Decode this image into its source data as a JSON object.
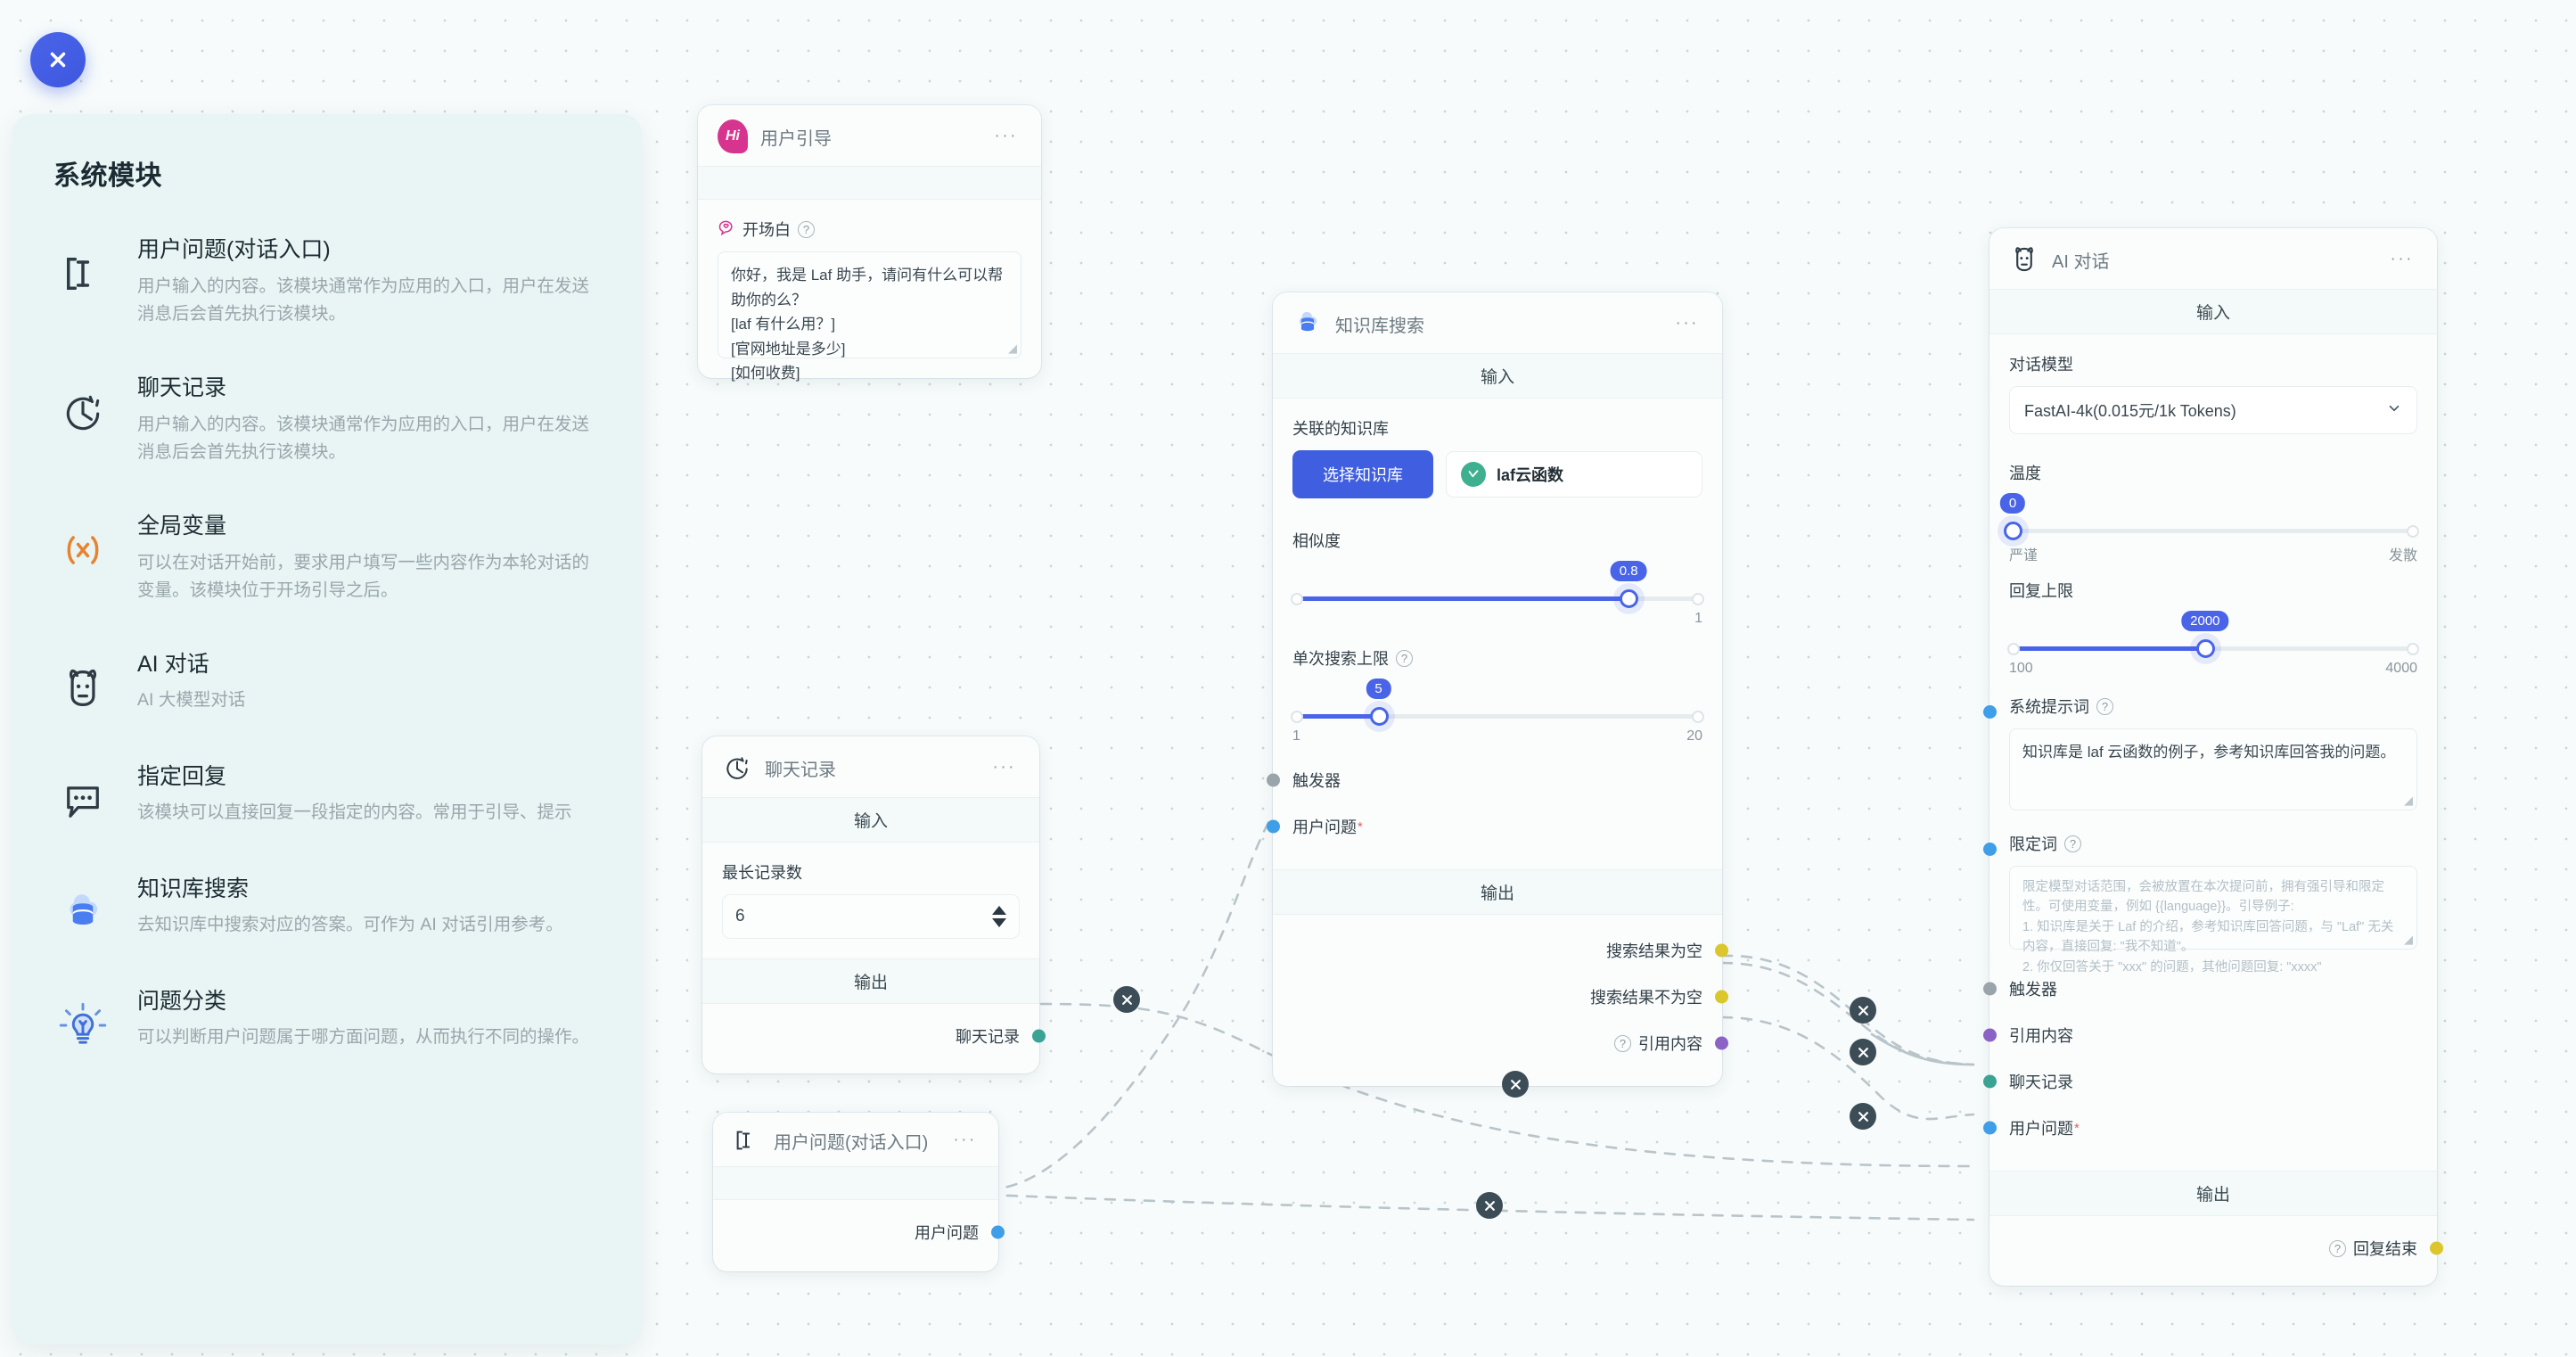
{
  "close_button": {
    "icon": "close-icon"
  },
  "sidebar": {
    "title": "系统模块",
    "items": [
      {
        "icon": "text-cursor-icon",
        "name": "用户问题(对话入口)",
        "desc": "用户输入的内容。该模块通常作为应用的入口，用户在发送消息后会首先执行该模块。"
      },
      {
        "icon": "clock-history-icon",
        "name": "聊天记录",
        "desc": "用户输入的内容。该模块通常作为应用的入口，用户在发送消息后会首先执行该模块。"
      },
      {
        "icon": "variable-x-icon",
        "name": "全局变量",
        "desc": "可以在对话开始前，要求用户填写一些内容作为本轮对话的变量。该模块位于开场引导之后。"
      },
      {
        "icon": "ai-robot-icon",
        "name": "AI 对话",
        "desc": "AI 大模型对话"
      },
      {
        "icon": "chat-bubble-icon",
        "name": "指定回复",
        "desc": "该模块可以直接回复一段指定的内容。常用于引导、提示"
      },
      {
        "icon": "database-cloud-icon",
        "name": "知识库搜索",
        "desc": "去知识库中搜索对应的答案。可作为 AI 对话引用参考。"
      },
      {
        "icon": "lightbulb-icon",
        "name": "问题分类",
        "desc": "可以判断用户问题属于哪方面问题，从而执行不同的操作。"
      }
    ]
  },
  "nodes": {
    "user_guide": {
      "icon": "hi-badge-icon",
      "title": "用户引导",
      "menu": "···",
      "field_label": "开场白",
      "textarea_value": "你好，我是 Laf 助手，请问有什么可以帮助你的么？\n[laf 有什么用？]\n[官网地址是多少]\n[如何收费]"
    },
    "chat_history": {
      "icon": "clock-history-icon",
      "title": "聊天记录",
      "menu": "···",
      "input_section": "输入",
      "field_label": "最长记录数",
      "value": "6",
      "output_section": "输出",
      "outputs": [
        {
          "label": "聊天记录",
          "color": "#3aa394"
        }
      ]
    },
    "user_question": {
      "icon": "text-cursor-icon",
      "title": "用户问题(对话入口)",
      "menu": "···",
      "outputs": [
        {
          "label": "用户问题",
          "color": "#3f9ee8"
        }
      ]
    },
    "kb_search": {
      "icon": "database-cloud-icon",
      "title": "知识库搜索",
      "menu": "···",
      "input_section": "输入",
      "dataset_label": "关联的知识库",
      "select_dataset_button": "选择知识库",
      "dataset_chip": "laf云函数",
      "similarity_label": "相似度",
      "similarity_value": "0.8",
      "similarity_min": "",
      "similarity_max": "1",
      "limit_label": "单次搜索上限",
      "limit_value": "5",
      "limit_min": "1",
      "limit_max": "20",
      "inputs": [
        {
          "label": "触发器",
          "color": "#9aa5ab",
          "required": false
        },
        {
          "label": "用户问题",
          "color": "#3f9ee8",
          "required": true
        }
      ],
      "output_section": "输出",
      "outputs": [
        {
          "label": "搜索结果为空",
          "color": "#dbc62b",
          "help": false
        },
        {
          "label": "搜索结果不为空",
          "color": "#dbc62b",
          "help": false
        },
        {
          "label": "引用内容",
          "color": "#8a63c4",
          "help": true
        }
      ]
    },
    "ai_chat": {
      "icon": "ai-robot-icon",
      "title": "AI 对话",
      "menu": "···",
      "input_section": "输入",
      "model_label": "对话模型",
      "model_value": "FastAI-4k(0.015元/1k Tokens)",
      "temperature_label": "温度",
      "temperature_value": "0",
      "temperature_min_label": "严谨",
      "temperature_max_label": "发散",
      "maxtoken_label": "回复上限",
      "maxtoken_value": "2000",
      "maxtoken_min": "100",
      "maxtoken_max": "4000",
      "system_prompt_label": "系统提示词",
      "system_prompt_value": "知识库是 laf 云函数的例子，参考知识库回答我的问题。",
      "qualifier_label": "限定词",
      "qualifier_placeholder": "限定模型对话范围，会被放置在本次提问前，拥有强引导和限定性。可使用变量，例如 {{language}}。引导例子:\n1. 知识库是关于 Laf 的介绍，参考知识库回答问题，与 \"Laf\" 无关内容，直接回复: \"我不知道\"。\n2. 你仅回答关于 \"xxx\" 的问题，其他问题回复: \"xxxx\"",
      "inputs": [
        {
          "label": "触发器",
          "color": "#9aa5ab",
          "required": false
        },
        {
          "label": "引用内容",
          "color": "#8a63c4",
          "required": false
        },
        {
          "label": "聊天记录",
          "color": "#3aa394",
          "required": false
        },
        {
          "label": "用户问题",
          "color": "#3f9ee8",
          "required": true
        }
      ],
      "output_section": "输出",
      "outputs": [
        {
          "label": "回复结束",
          "color": "#dbc62b",
          "help": true
        }
      ]
    }
  },
  "colors": {
    "accent": "#4a64e8",
    "sidebar_bg": "#e8f5f4",
    "canvas_bg": "#f7fbfb",
    "port_blue": "#3f9ee8",
    "port_yellow": "#dbc62b",
    "port_purple": "#8a63c4",
    "port_teal": "#3aa394",
    "port_grey": "#9aa5ab"
  }
}
